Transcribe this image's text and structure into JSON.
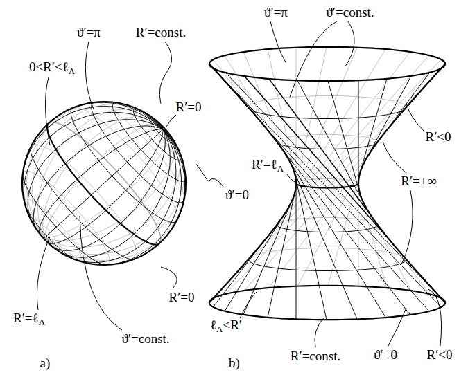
{
  "diagram": {
    "labels": [
      "ϑ′=π",
      "R′=const.",
      "0<R′<ℓΛ",
      "R′=0",
      "ϑ′=0",
      "R′=ℓΛ",
      "ϑ′=const.",
      "R′=0",
      "a)",
      "ϑ′=π",
      "ϑ′=const.",
      "R′<0",
      "R′=ℓΛ",
      "R′=±∞",
      "ℓΛ<R′",
      "R′=const.",
      "ϑ′=0",
      "R′<0",
      "b)"
    ]
  }
}
